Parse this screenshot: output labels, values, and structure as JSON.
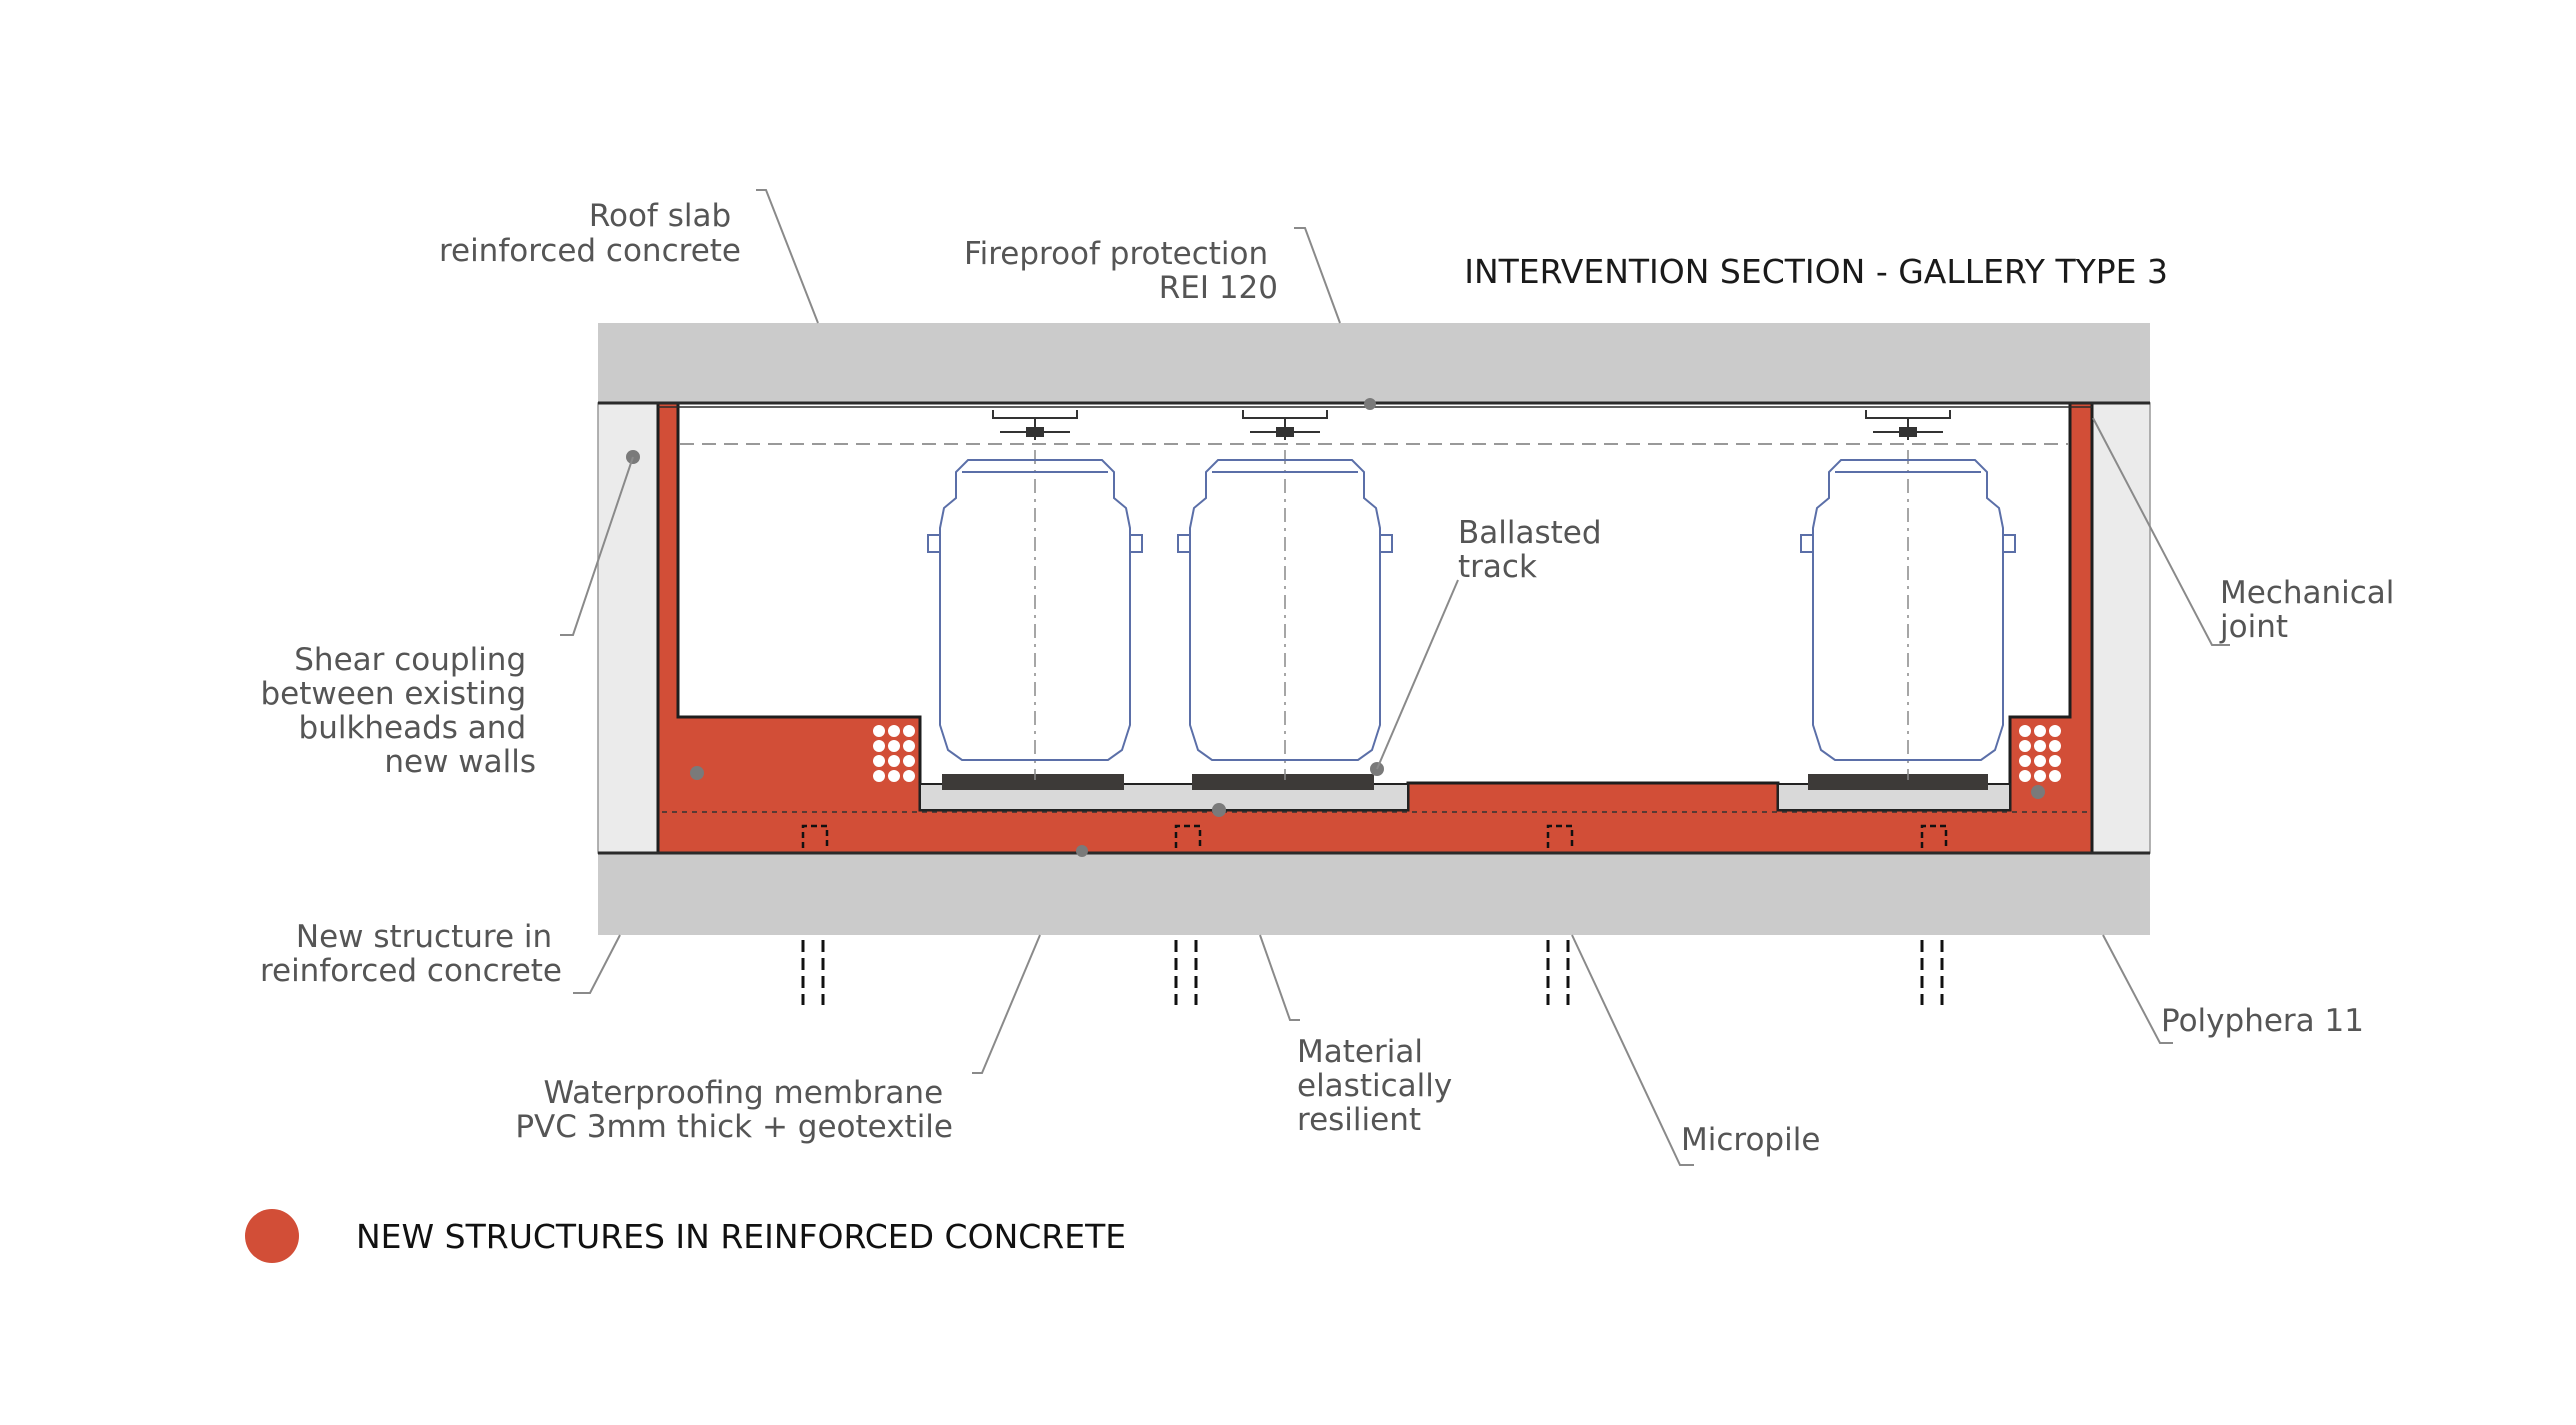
{
  "title": "INTERVENTION SECTION - GALLERY TYPE 3",
  "labels": {
    "roof_slab": [
      "Roof slab",
      "reinforced concrete"
    ],
    "fireproof": [
      "Fireproof protection",
      "REI 120"
    ],
    "ballasted": [
      "Ballasted",
      "track"
    ],
    "mechanical": [
      "Mechanical",
      "joint"
    ],
    "shear": [
      "Shear coupling",
      "between existing",
      "bulkheads and",
      "new walls"
    ],
    "new_structure": [
      "New structure in",
      "reinforced concrete"
    ],
    "waterproofing": [
      "Waterproofing membrane",
      "PVC 3mm thick + geotextile"
    ],
    "material": [
      "Material",
      "elastically",
      "resilient"
    ],
    "micropile": [
      "Micropile"
    ],
    "polyphera": [
      "Polyphera 11"
    ]
  },
  "legend": {
    "label": "NEW STRUCTURES IN REINFORCED CONCRETE"
  },
  "colors": {
    "new_concrete": "#d24e37",
    "existing_concrete": "#cbcbcb",
    "existing_wall": "#ebebeb",
    "track_pad": "#d9d9d9",
    "sleeper": "#3d3a38",
    "rolling_stock": "#5b6fa8",
    "leader": "#8a8a8a"
  }
}
